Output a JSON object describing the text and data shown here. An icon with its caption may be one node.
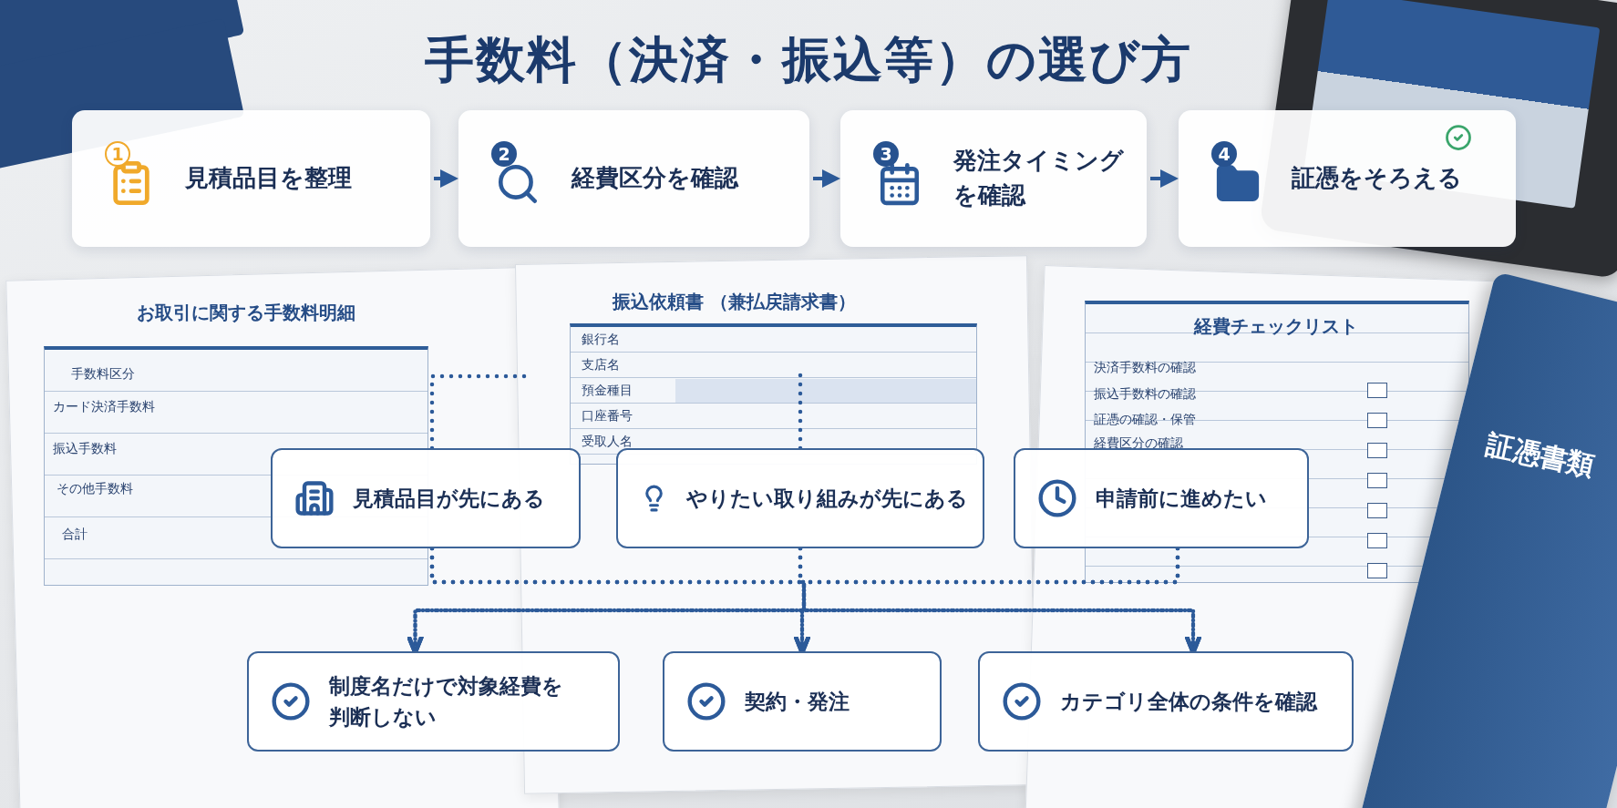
{
  "diagram": {
    "title": "手数料（決済・振込等）の選び方",
    "nodes": [
      {
        "text": [
          "1",
          "見積品目を整理"
        ]
      },
      {
        "text": [
          "2",
          "経費区分を確認"
        ]
      },
      {
        "text": [
          "3",
          "発注タイミングを確認"
        ]
      },
      {
        "text": [
          "4",
          "証憑をそろえる"
        ]
      },
      {
        "text": [
          "見積品目が先にある"
        ]
      },
      {
        "text": [
          "やりたい取り組みが先にある"
        ]
      },
      {
        "text": [
          "申請前に進めたい"
        ]
      },
      {
        "text": [
          "制度名だけで対象経費を判断しない"
        ]
      },
      {
        "text": [
          "契約・発注"
        ]
      },
      {
        "text": [
          "カテゴリ全体の条件を確認"
        ]
      }
    ],
    "edges": [
      {
        "from": 0,
        "to": 1,
        "arrow": "to"
      },
      {
        "from": 1,
        "to": 2,
        "arrow": "to"
      },
      {
        "from": 2,
        "to": 3,
        "arrow": "to"
      },
      {
        "from": 4,
        "to": 7,
        "arrow": "to",
        "style": "dashed"
      },
      {
        "from": 4,
        "to": 8,
        "arrow": "to",
        "style": "dashed"
      },
      {
        "from": 4,
        "to": 9,
        "arrow": "to",
        "style": "dashed"
      },
      {
        "from": 5,
        "to": 7,
        "arrow": "to",
        "style": "dashed"
      },
      {
        "from": 5,
        "to": 8,
        "arrow": "to",
        "style": "dashed"
      },
      {
        "from": 5,
        "to": 9,
        "arrow": "to",
        "style": "dashed"
      },
      {
        "from": 6,
        "to": 7,
        "arrow": "to",
        "style": "dashed"
      },
      {
        "from": 6,
        "to": 8,
        "arrow": "to",
        "style": "dashed"
      },
      {
        "from": 6,
        "to": 9,
        "arrow": "to",
        "style": "dashed"
      },
      {
        "from": 4,
        "to": null,
        "arrow": "none",
        "style": "dashed"
      },
      {
        "from": 5,
        "to": null,
        "arrow": "none",
        "style": "dashed"
      }
    ],
    "labels": [
      "お取引に関する手数料明細",
      "手数料区分",
      "カード決済手数料",
      "振込手数料",
      "その他手数料",
      "合計",
      "振込依頼書 （兼払戻請求書）",
      "銀行名",
      "支店名",
      "預金種目",
      "口座番号",
      "受取人名",
      "経費チェックリスト",
      "決済手数料の確認",
      "振込手数料の確認",
      "証憑の確認・保管",
      "経費区分の確認",
      "証憑書類"
    ]
  }
}
